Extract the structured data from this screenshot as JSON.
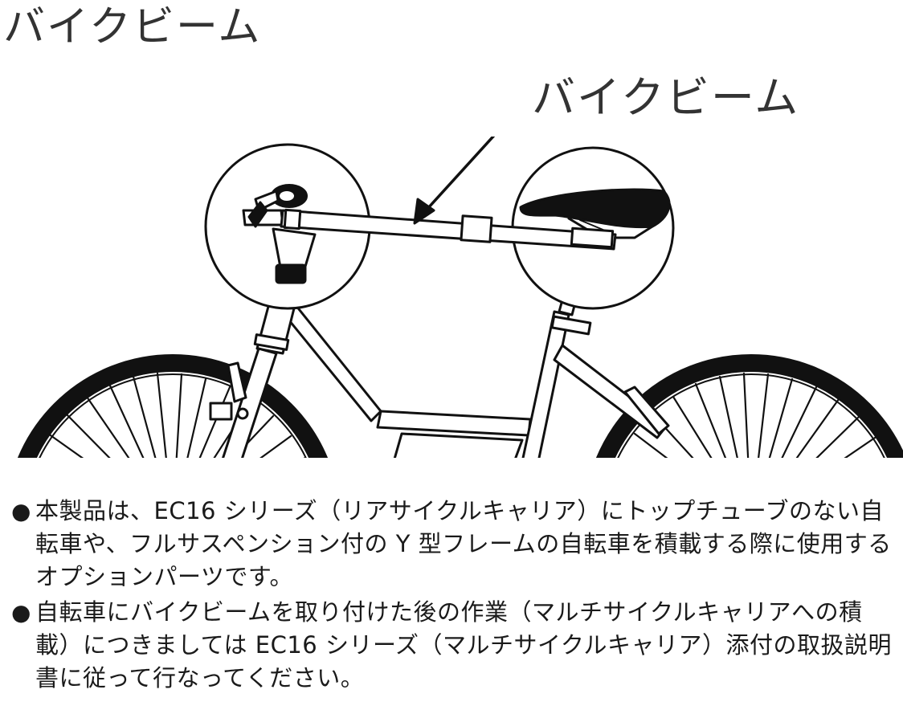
{
  "title": "バイクビーム",
  "callout": {
    "label": "バイクビーム"
  },
  "notes": [
    {
      "bullet": "●",
      "text": "本製品は、EC16 シリーズ（リアサイクルキャリア）にトップチューブのない自転車や、フルサスペンション付の Y 型フレームの自転車を積載する際に使用するオプションパーツです。"
    },
    {
      "bullet": "●",
      "text": " 自転車にバイクビームを取り付けた後の作業（マルチサイクルキャリアへの積載）につきましては EC16 シリーズ（マルチサイクルキャリア）添付の取扱説明書に従って行なってください。"
    }
  ],
  "colors": {
    "line": "#111111",
    "text": "#1a1a1a",
    "title": "#333333"
  }
}
